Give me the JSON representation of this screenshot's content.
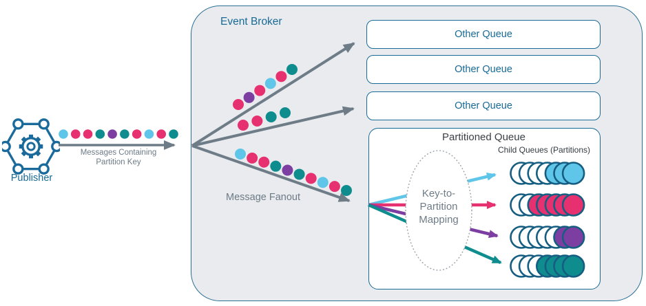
{
  "palette": {
    "cyan": "#5fc6e9",
    "pink": "#e73070",
    "teal": "#0f8c8e",
    "purple": "#7c3fa1",
    "outline_blue": "#155d81",
    "text_blue": "#186a97",
    "gray": "#6e7c87",
    "broker_fill": "#e9ebee"
  },
  "publisher": {
    "label": "Publisher"
  },
  "input_flow": {
    "label": "Messages Containing\nPartition Key",
    "message_colors": [
      "cyan",
      "pink",
      "pink",
      "teal",
      "purple",
      "teal",
      "pink",
      "cyan",
      "pink",
      "teal"
    ]
  },
  "event_broker": {
    "title": "Event Broker",
    "fanout_label": "Message Fanout",
    "fanout_streams": {
      "top": [
        "pink",
        "purple",
        "pink",
        "cyan",
        "pink",
        "teal"
      ],
      "middle": [
        "pink",
        "pink",
        "teal",
        "teal"
      ],
      "bottom": [
        "cyan",
        "pink",
        "pink",
        "teal",
        "purple",
        "teal",
        "pink",
        "cyan",
        "pink",
        "teal"
      ]
    },
    "other_queues": [
      "Other Queue",
      "Other Queue",
      "Other Queue"
    ],
    "partitioned_queue": {
      "title": "Partitioned Queue",
      "mapping_label": "Key-to-\nPartition\nMapping",
      "child_queues_label": "Child Queues (Partitions)",
      "child_queues": [
        {
          "color": "cyan",
          "total": 7,
          "colored": 3
        },
        {
          "color": "pink",
          "total": 7,
          "colored": 5
        },
        {
          "color": "purple",
          "total": 7,
          "colored": 2
        },
        {
          "color": "teal",
          "total": 7,
          "colored": 4
        }
      ]
    }
  }
}
